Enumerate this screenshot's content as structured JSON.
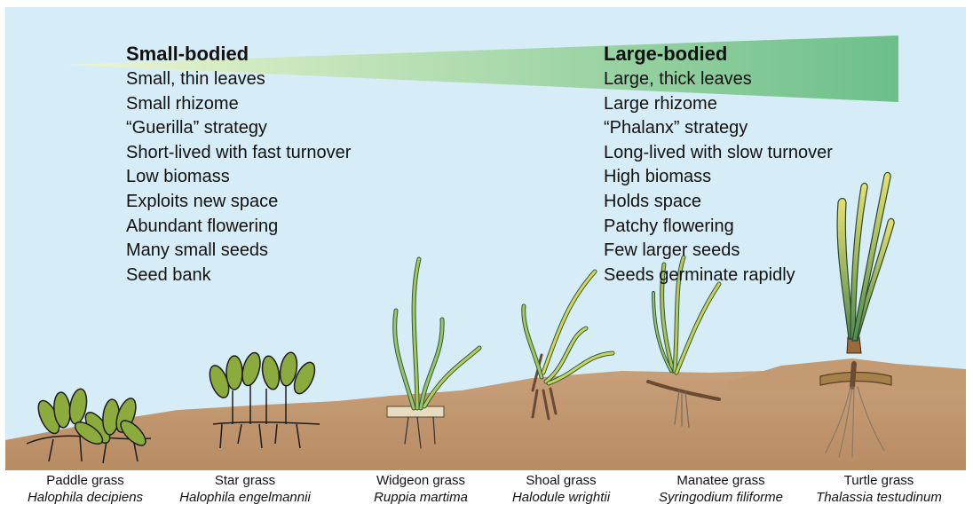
{
  "small": {
    "heading": "Small-bodied",
    "traits": [
      "Small, thin leaves",
      "Small rhizome",
      "“Guerilla” strategy",
      "Short-lived with fast turnover",
      "Low biomass",
      "Exploits new space",
      "Abundant flowering",
      "Many small seeds",
      "Seed bank"
    ]
  },
  "large": {
    "heading": "Large-bodied",
    "traits": [
      "Large, thick leaves",
      "Large rhizome",
      "“Phalanx” strategy",
      "Long-lived with slow turnover",
      "High biomass",
      "Holds space",
      "Patchy flowering",
      "Few larger seeds",
      "Seeds germinate rapidly"
    ]
  },
  "species": [
    {
      "common": "Paddle grass",
      "scientific": "Halophila decipiens"
    },
    {
      "common": "Star grass",
      "scientific": "Halophila engelmannii"
    },
    {
      "common": "Widgeon grass",
      "scientific": "Ruppia martima"
    },
    {
      "common": "Shoal grass",
      "scientific": "Halodule wrightii"
    },
    {
      "common": "Manatee grass",
      "scientific": "Syringodium filiforme"
    },
    {
      "common": "Turtle grass",
      "scientific": "Thalassia testudinum"
    }
  ],
  "colors": {
    "water": "#d6edf8",
    "sediment": "#c49a72",
    "gradient_start": "#e6f2c4",
    "gradient_end": "#6cbf8a",
    "leaf": "#8a9c3c"
  }
}
